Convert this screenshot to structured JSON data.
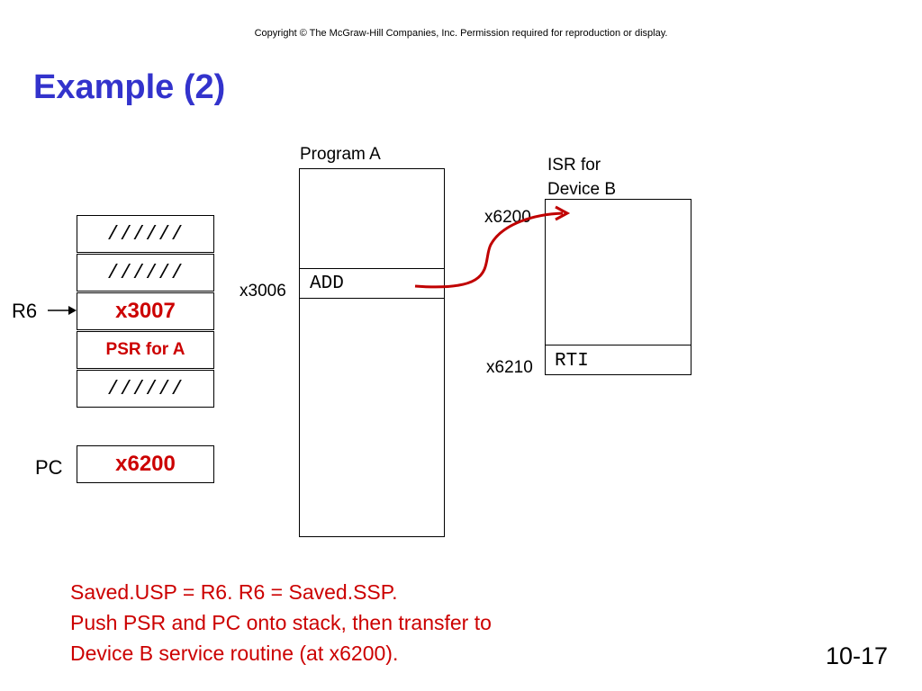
{
  "copyright": "Copyright © The McGraw-Hill Companies, Inc.  Permission required for reproduction or display.",
  "title": "Example (2)",
  "stack": {
    "register_label": "R6",
    "cells": [
      "//////",
      "//////",
      "x3007",
      "PSR for A",
      "//////"
    ]
  },
  "pc": {
    "label": "PC",
    "value": "x6200"
  },
  "program_a": {
    "title": "Program A",
    "address": "x3006",
    "instruction": "ADD"
  },
  "isr": {
    "title_line1": "ISR for",
    "title_line2": "Device B",
    "start_address": "x6200",
    "end_address": "x6210",
    "instruction": "RTI"
  },
  "description": [
    "Saved.USP = R6.  R6 = Saved.SSP.",
    "Push PSR and PC onto stack, then transfer to",
    "Device B service routine (at x6200)."
  ],
  "page_number": "10-17",
  "colors": {
    "title": "#3333cc",
    "highlight": "#cc0000",
    "arrow": "#c00000"
  }
}
